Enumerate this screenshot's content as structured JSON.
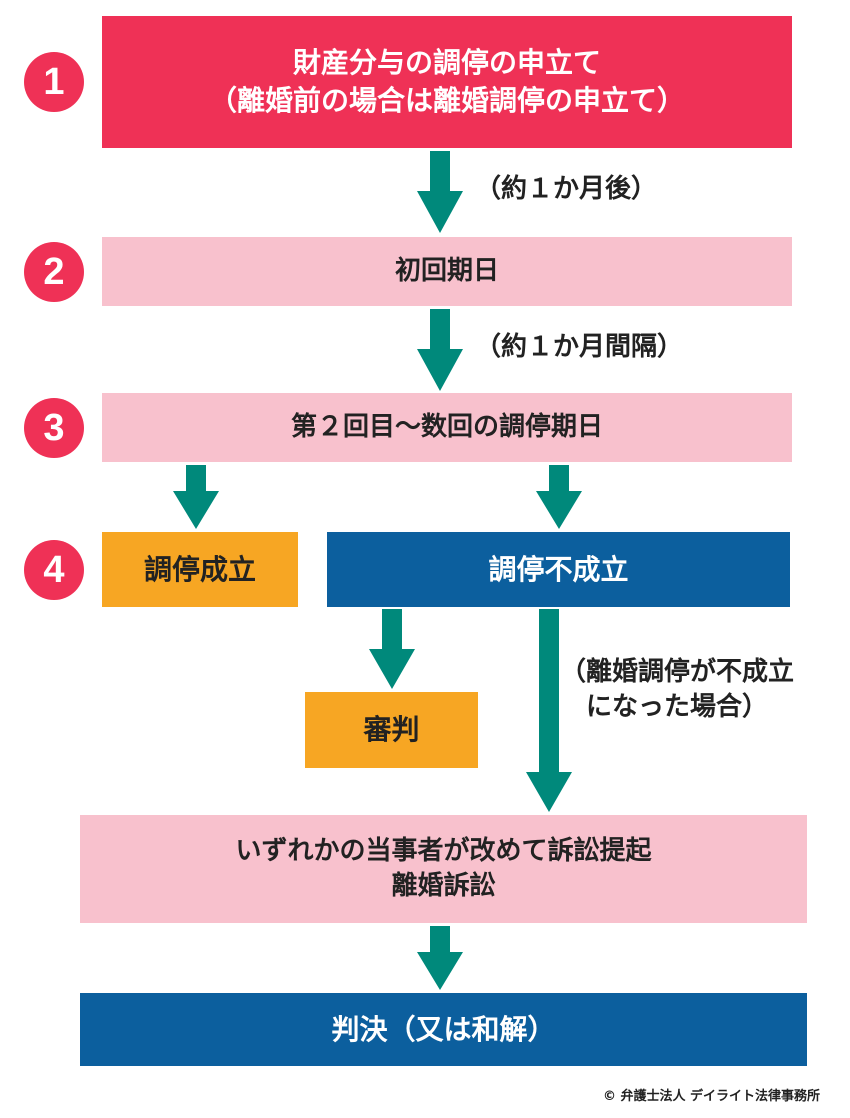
{
  "steps": {
    "step1": {
      "number": "1",
      "line1": "財産分与の調停の申立て",
      "line2": "（離婚前の場合は離婚調停の申立て）"
    },
    "step2": {
      "number": "2",
      "label": "初回期日"
    },
    "step3": {
      "number": "3",
      "label": "第２回目〜数回の調停期日"
    },
    "step4": {
      "number": "4"
    }
  },
  "notes": {
    "after_step1": "（約１か月後）",
    "after_step2": "（約１か月間隔）",
    "divorce_failed_line1": "（離婚調停が不成立",
    "divorce_failed_line2": "になった場合）"
  },
  "outcomes": {
    "settled": "調停成立",
    "unsettled": "調停不成立",
    "judgment": "審判",
    "lawsuit_line1": "いずれかの当事者が改めて訴訟提起",
    "lawsuit_line2": "離婚訴訟",
    "final": "判決（又は和解）"
  },
  "copyright": "© 弁護士法人 デイライト法律事務所",
  "colors": {
    "red": "#ef3156",
    "pink": "#f8c1cd",
    "orange": "#f7a623",
    "blue": "#0c5f9e",
    "teal": "#00897b"
  }
}
